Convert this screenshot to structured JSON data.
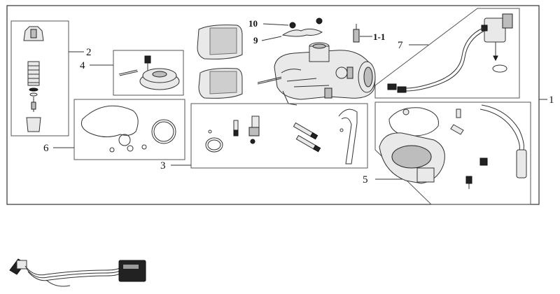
{
  "callouts": {
    "c1": "1",
    "c1_1": "1-1",
    "c2": "2",
    "c3": "3",
    "c4": "4",
    "c5": "5",
    "c6": "6",
    "c7": "7",
    "c9": "9",
    "c10": "10"
  },
  "icons": {
    "carburetor": "carburetor-icon",
    "needle_kit": "needle-jet-kit-icon",
    "diaphragm": "vacuum-diaphragm-icon",
    "jets": "jet-set-icon",
    "float_bowl": "float-bowl-icon",
    "gasket_set": "gasket-set-icon",
    "choke": "auto-choke-icon",
    "connector": "wire-connector-icon"
  },
  "colors": {
    "line": "#333333",
    "part_fill": "#e9e9e9",
    "part_dark": "#222222"
  }
}
